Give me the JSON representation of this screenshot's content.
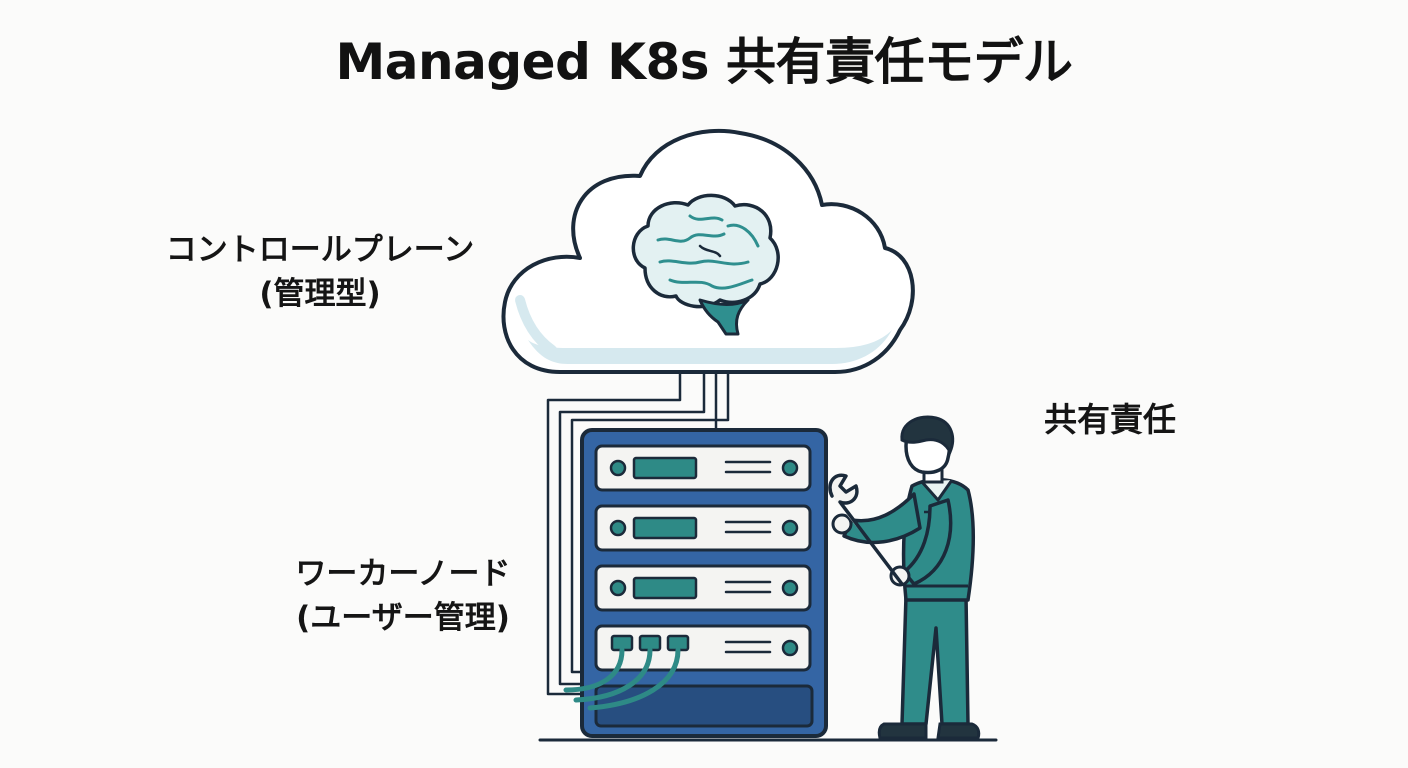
{
  "title": "Managed K8s 共有責任モデル",
  "labels": {
    "control_plane_line1": "コントロールプレーン",
    "control_plane_line2": "(管理型)",
    "worker_line1": "ワーカーノード",
    "worker_line2": "(ユーザー管理)",
    "shared": "共有責任"
  },
  "icons": {
    "cloud": "cloud-icon",
    "brain": "brain-icon",
    "server_rack": "server-rack-icon",
    "technician": "technician-with-wrench-icon"
  },
  "colors": {
    "outline": "#1b2a3a",
    "cloud_fill": "#ffffff",
    "cloud_shade": "#d6e9ef",
    "brain_fill": "#e3f1f2",
    "brain_teal": "#2f8f8f",
    "rack_blue": "#3465a4",
    "rack_dark": "#274e80",
    "unit_fill": "#f4f4f2",
    "teal": "#2e8a86",
    "worker_teal": "#2f8c8a",
    "worker_dark": "#22343f"
  }
}
